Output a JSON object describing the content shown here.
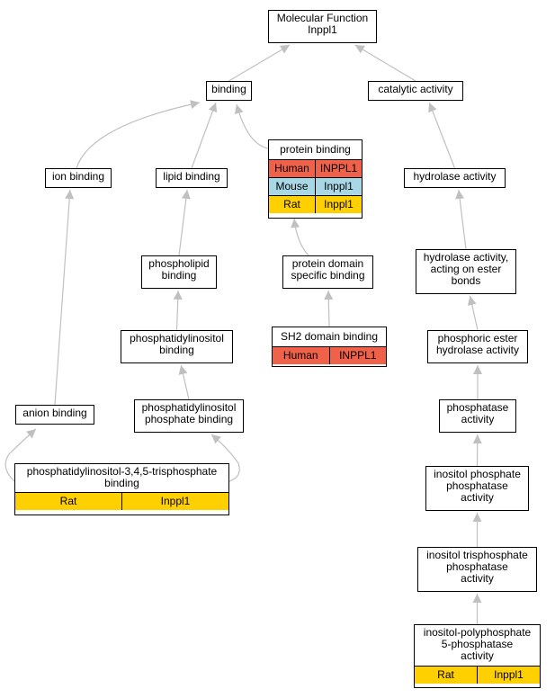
{
  "colors": {
    "edge": "#c0c0c0",
    "human": "#f0614a",
    "mouse": "#a8d8e5",
    "rat": "#ffd000"
  },
  "nodes": {
    "mf": {
      "label": "Molecular Function\nInppl1"
    },
    "binding": {
      "label": "binding"
    },
    "catalytic": {
      "label": "catalytic activity"
    },
    "ion": {
      "label": "ion binding"
    },
    "lipid": {
      "label": "lipid binding"
    },
    "protein": {
      "label": "protein binding",
      "rows": [
        {
          "species": "Human",
          "gene": "INPPL1",
          "color": "#f0614a"
        },
        {
          "species": "Mouse",
          "gene": "Inppl1",
          "color": "#a8d8e5"
        },
        {
          "species": "Rat",
          "gene": "Inppl1",
          "color": "#ffd000"
        }
      ]
    },
    "hydrolase": {
      "label": "hydrolase activity"
    },
    "phospholipid": {
      "label": "phospholipid\nbinding"
    },
    "pdsb": {
      "label": "protein domain\nspecific binding"
    },
    "hydro_ester": {
      "label": "hydrolase activity,\nacting on ester\nbonds"
    },
    "pi": {
      "label": "phosphatidylinositol\nbinding"
    },
    "sh2": {
      "label": "SH2 domain binding",
      "rows": [
        {
          "species": "Human",
          "gene": "INPPL1",
          "color": "#f0614a"
        }
      ]
    },
    "pe_hydro": {
      "label": "phosphoric ester\nhydrolase activity"
    },
    "pip": {
      "label": "phosphatidylinositol\nphosphate binding"
    },
    "anion": {
      "label": "anion binding"
    },
    "phosphatase": {
      "label": "phosphatase\nactivity"
    },
    "pip3": {
      "label": "phosphatidylinositol-3,4,5-trisphosphate\nbinding",
      "rows": [
        {
          "species": "Rat",
          "gene": "Inppl1",
          "color": "#ffd000"
        }
      ]
    },
    "ipp": {
      "label": "inositol phosphate\nphosphatase\nactivity"
    },
    "itp": {
      "label": "inositol trisphosphate\nphosphatase\nactivity"
    },
    "ipp5": {
      "label": "inositol-polyphosphate\n5-phosphatase\nactivity",
      "rows": [
        {
          "species": "Rat",
          "gene": "Inppl1",
          "color": "#ffd000"
        }
      ]
    }
  },
  "edges": [
    [
      "binding",
      "mf"
    ],
    [
      "catalytic",
      "mf"
    ],
    [
      "ion",
      "binding"
    ],
    [
      "lipid",
      "binding"
    ],
    [
      "protein",
      "binding"
    ],
    [
      "hydrolase",
      "catalytic"
    ],
    [
      "phospholipid",
      "lipid"
    ],
    [
      "pdsb",
      "protein"
    ],
    [
      "hydro_ester",
      "hydrolase"
    ],
    [
      "pi",
      "phospholipid"
    ],
    [
      "sh2",
      "pdsb"
    ],
    [
      "pe_hydro",
      "hydro_ester"
    ],
    [
      "pip",
      "pi"
    ],
    [
      "anion",
      "ion"
    ],
    [
      "phosphatase",
      "pe_hydro"
    ],
    [
      "pip3",
      "anion"
    ],
    [
      "pip3",
      "pip"
    ],
    [
      "ipp",
      "phosphatase"
    ],
    [
      "itp",
      "ipp"
    ],
    [
      "ipp5",
      "itp"
    ]
  ]
}
